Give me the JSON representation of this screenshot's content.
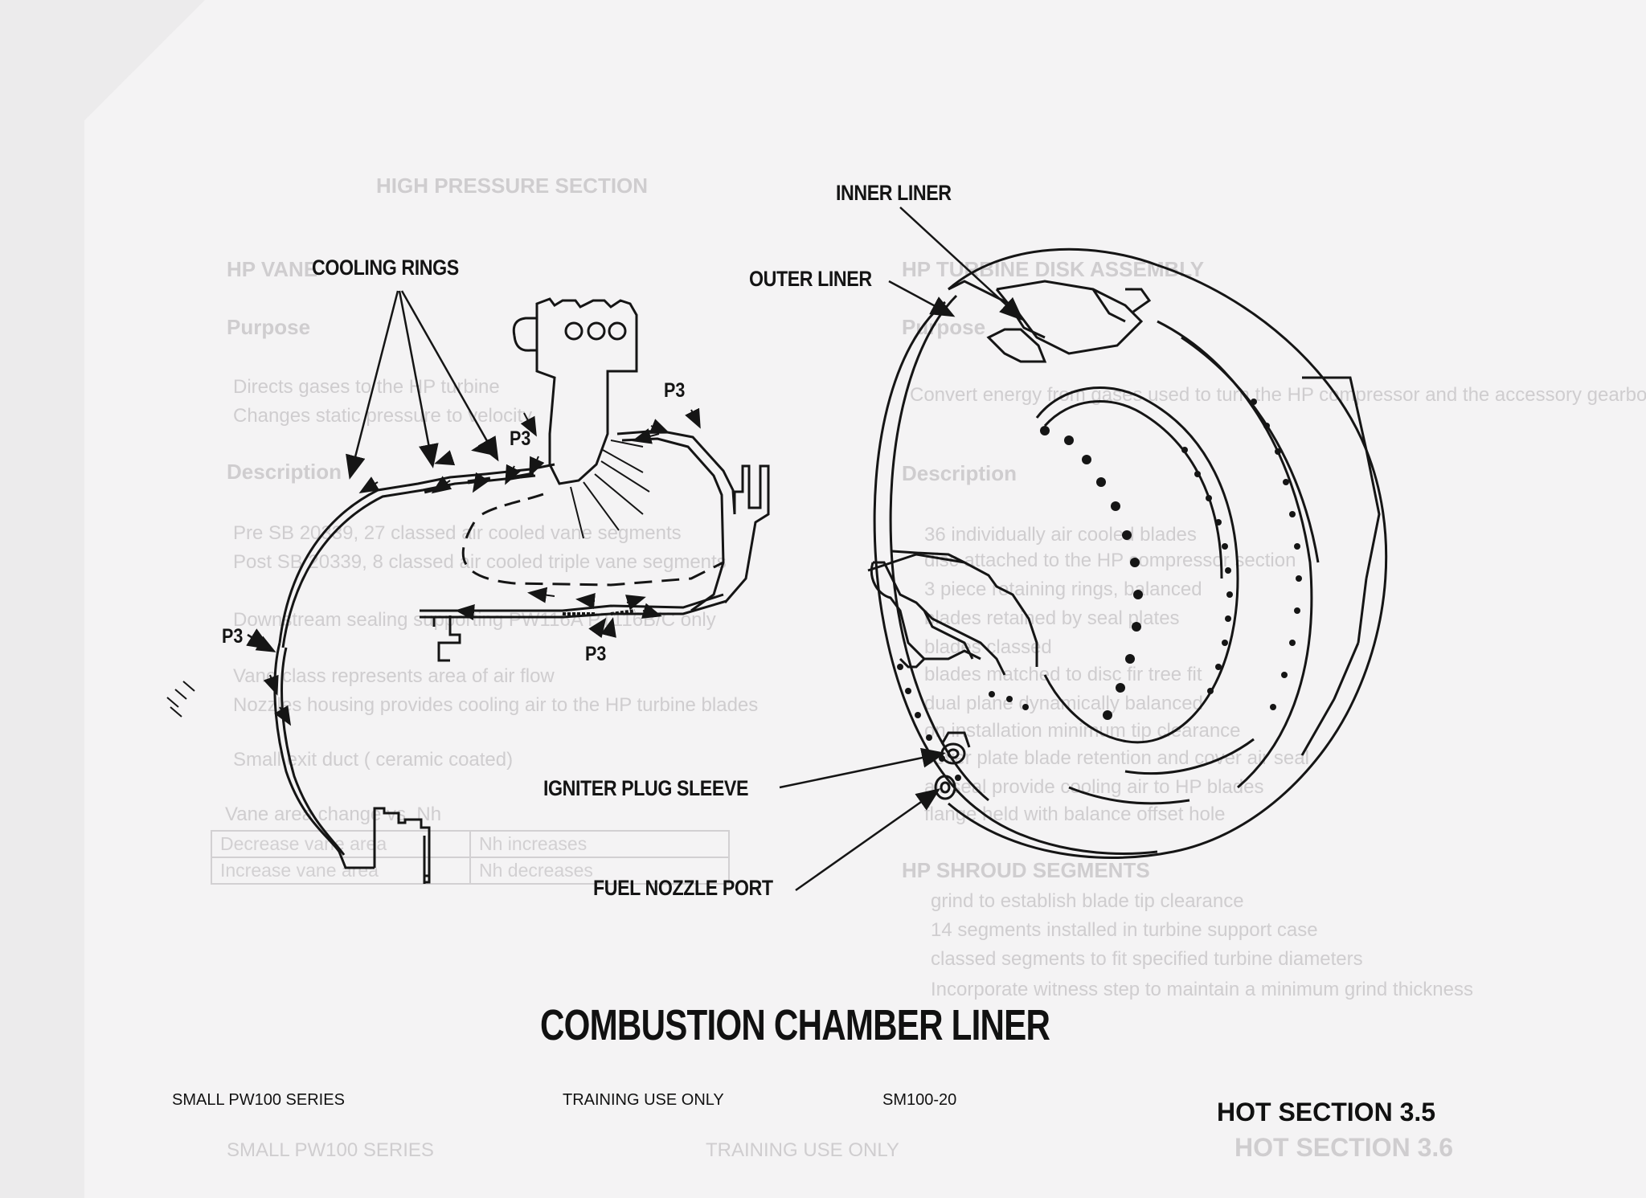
{
  "ghost_text": {
    "section_heading": "HIGH PRESSURE SECTION",
    "left": {
      "heading": "HP VANE",
      "purpose_heading": "Purpose",
      "purpose_items": [
        "Directs gases to the HP turbine",
        "Changes static pressure to velocity"
      ],
      "description_heading": "Description",
      "description_items": [
        "Pre SB 20339, 27 classed air cooled vane segments",
        "Post SB 20339, 8 classed air cooled triple vane segments",
        "Downstream sealing supporting PW116A PT116B/C only",
        "Vane class represents area of air flow",
        "Nozzles housing provides cooling air to the HP turbine blades",
        "Small exit duct ( ceramic coated)"
      ],
      "table_caption": "Vane area change vs. Nh",
      "table_rows": [
        [
          "Decrease vane area",
          "Nh increases"
        ],
        [
          "Increase vane area",
          "Nh decreases"
        ]
      ]
    },
    "right": {
      "heading": "HP TURBINE DISK ASSEMBLY",
      "purpose_heading": "Purpose",
      "purpose_items": [
        "Convert energy from gases used to turn the HP compressor and the accessory gearbox"
      ],
      "description_heading": "Description",
      "description_items": [
        "36 individually air cooled blades",
        "disc attached to the HP compressor section",
        "3 piece retaining rings, balanced",
        "blades retained by seal plates",
        "blades classed",
        "blades matched to disc fir tree fit",
        "dual plane dynamically balanced",
        "on installation minimum tip clearance",
        "cover plate blade retention and cover air seal",
        "air seal provide cooling air to HP blades",
        "flange held with balance offset hole"
      ],
      "shroud_heading": "HP SHROUD SEGMENTS",
      "shroud_items": [
        "grind to establish blade tip clearance",
        "14 segments installed in turbine support case",
        "classed segments to fit specified turbine diameters",
        "Incorporate witness step to maintain a minimum grind thickness"
      ]
    },
    "footer_left": "SMALL PW100 SERIES",
    "footer_mid": "TRAINING USE ONLY",
    "footer_right": "HOT SECTION 3.6"
  },
  "callouts": {
    "cooling_rings": "COOLING RINGS",
    "inner_liner": "INNER LINER",
    "outer_liner": "OUTER LINER",
    "igniter_plug_sleeve": "IGNITER PLUG SLEEVE",
    "fuel_nozzle_port": "FUEL NOZZLE PORT",
    "p3": "P3"
  },
  "title": "COMBUSTION CHAMBER LINER",
  "footer": {
    "series": "SMALL PW100 SERIES",
    "training": "TRAINING USE ONLY",
    "doc_code": "SM100-20",
    "section": "HOT SECTION 3.5"
  }
}
